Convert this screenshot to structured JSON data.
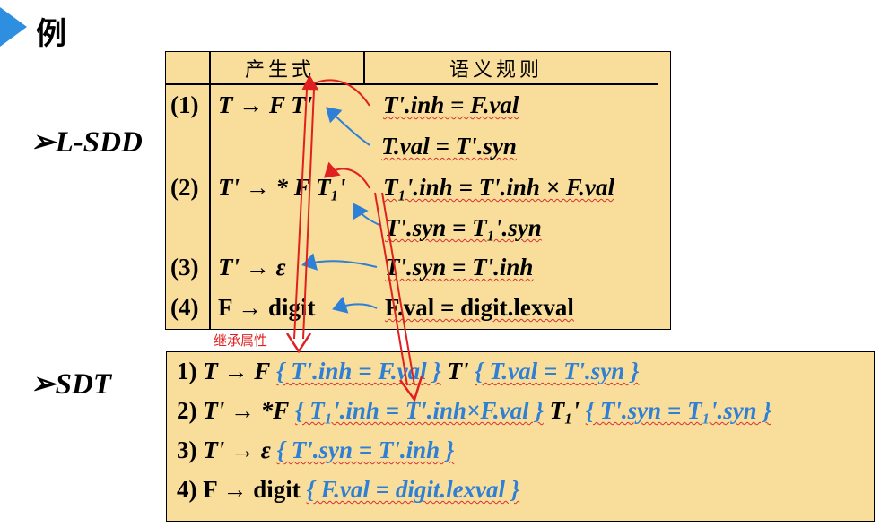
{
  "heading": "例",
  "labels": {
    "lsdd": "➢L-SDD",
    "sdt": "➢SDT"
  },
  "table": {
    "col_production": "产生式",
    "col_rule": "语义规则",
    "rows": [
      {
        "num": "(1)",
        "prod": "T → F T'",
        "rules": [
          "T'.inh = F.val",
          "T.val = T'.syn"
        ]
      },
      {
        "num": "(2)",
        "prod": "T' → * F T₁'",
        "rules": [
          "T₁'.inh = T'.inh × F.val",
          "T'.syn = T₁'.syn"
        ]
      },
      {
        "num": "(3)",
        "prod": "T' → ε",
        "rules": [
          "T'.syn = T'.inh"
        ]
      },
      {
        "num": "(4)",
        "prod": "F → digit",
        "rules": [
          "F.val = digit.lexval"
        ]
      }
    ]
  },
  "inherit_note": "继承属性",
  "sdt": {
    "lines": [
      {
        "num": "1)",
        "prod_a": "T → F",
        "action_a": "{ T'.inh = F.val }",
        "prod_b": "T'",
        "action_b": "{ T.val = T'.syn }"
      },
      {
        "num": "2)",
        "prod_a": "T' → *F",
        "action_a": "{ T₁'.inh = T'.inh×F.val }",
        "prod_b": "T₁'",
        "action_b": "{ T'.syn = T₁'.syn }"
      },
      {
        "num": "3)",
        "prod_a": "T' → ε",
        "action_a": "{ T'.syn = T'.inh }"
      },
      {
        "num": "4)",
        "prod_a": "F → digit",
        "action_a": "{ F.val = digit.lexval }"
      }
    ]
  },
  "colors": {
    "accent": "#2e8fe0",
    "action": "#2e7fd6",
    "arrow_red": "#e02020",
    "box_fill": "#f9dd9a"
  }
}
